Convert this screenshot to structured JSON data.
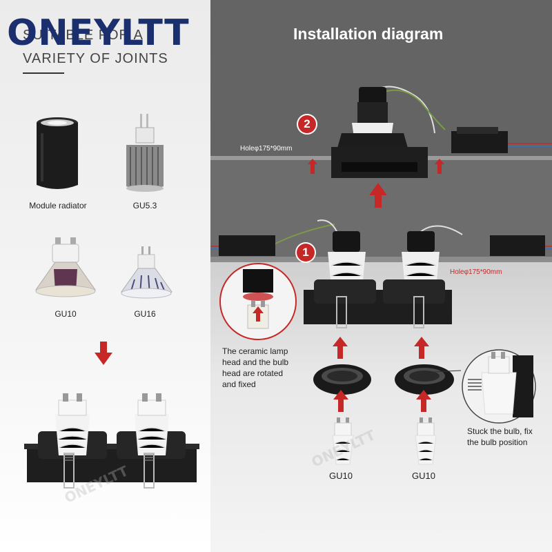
{
  "brand": "ONEYLTT",
  "left": {
    "heading_line1": "SUITABLE FOR A",
    "heading_line2": "VARIETY OF JOINTS",
    "labels": {
      "module_radiator": "Module radiator",
      "gu53": "GU5.3",
      "gu10": "GU10",
      "gu16": "GU16"
    }
  },
  "right": {
    "title": "Installation diagram",
    "step1": "1",
    "step2": "2",
    "hole_top": "Holeφ175*90mm",
    "hole_mid": "Holeφ175*90mm",
    "note_left": [
      "The ceramic lamp",
      "head and the bulb",
      "head are rotated",
      "and fixed"
    ],
    "note_right": [
      "Stuck the bulb, fix",
      "the bulb position"
    ],
    "bulb_left": "GU10",
    "bulb_right": "GU10"
  },
  "watermark": "ONEYLTT",
  "colors": {
    "brand": "#1b2f6e",
    "arrow": "#c62828",
    "panel_dark": "#646464"
  }
}
